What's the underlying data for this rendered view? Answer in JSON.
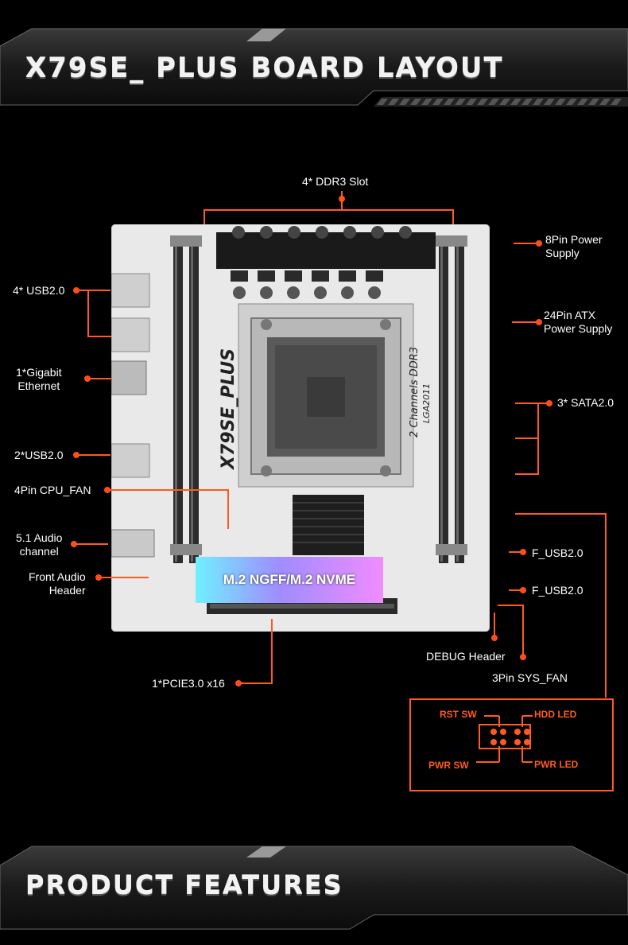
{
  "header": {
    "title": "X79SE_ PLUS  BOARD LAYOUT"
  },
  "board": {
    "silk_model": "X79SE_PLUS",
    "silk_line1": "2 Channels DDR3",
    "silk_line2": "LGA2011",
    "m2_label": "M.2 NGFF/M.2 NVME"
  },
  "labels": {
    "ddr3": "4* DDR3 Slot",
    "pin8": "8Pin Power\nSupply",
    "atx24": "24Pin ATX\nPower Supply",
    "sata": "3* SATA2.0",
    "usb_top": "4* USB2.0",
    "ethernet": "1*Gigabit\nEthernet",
    "usb_mid": "2*USB2.0",
    "cpu_fan": "4Pin CPU_FAN",
    "audio": "5.1 Audio\nchannel",
    "front_audio": "Front Audio\nHeader",
    "f_usb_1": "F_USB2.0",
    "f_usb_2": "F_USB2.0",
    "debug": "DEBUG Header",
    "sys_fan": "3Pin SYS_FAN",
    "pcie": "1*PCIE3.0 x16"
  },
  "front_panel": {
    "rst_sw": "RST SW",
    "hdd_led": "HDD LED",
    "pwr_sw": "PWR SW",
    "pwr_led": "PWR LED"
  },
  "footer": {
    "title": "PRODUCT FEATURES"
  },
  "colors": {
    "accent": "#ff5a1f",
    "board": "#e9e9e9",
    "background": "#000000"
  }
}
